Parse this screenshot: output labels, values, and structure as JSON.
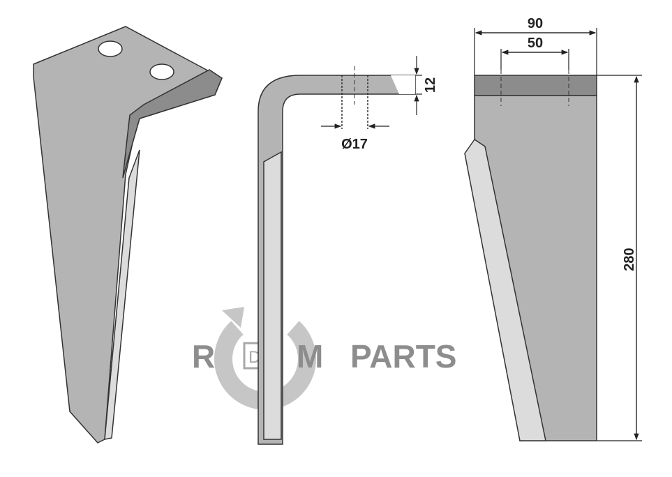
{
  "dimensions": {
    "total_width": "90",
    "hole_spacing": "50",
    "height": "280",
    "thickness": "12",
    "hole_diameter": "Ø17"
  },
  "logo": {
    "letters": [
      "R",
      "D",
      "M"
    ],
    "word": "PARTS"
  },
  "colors": {
    "body": "#b4b4b4",
    "edge": "#8c8c8c",
    "blade": "#dcdcdc",
    "outline": "#333333",
    "logo": "#7a7a7a"
  }
}
